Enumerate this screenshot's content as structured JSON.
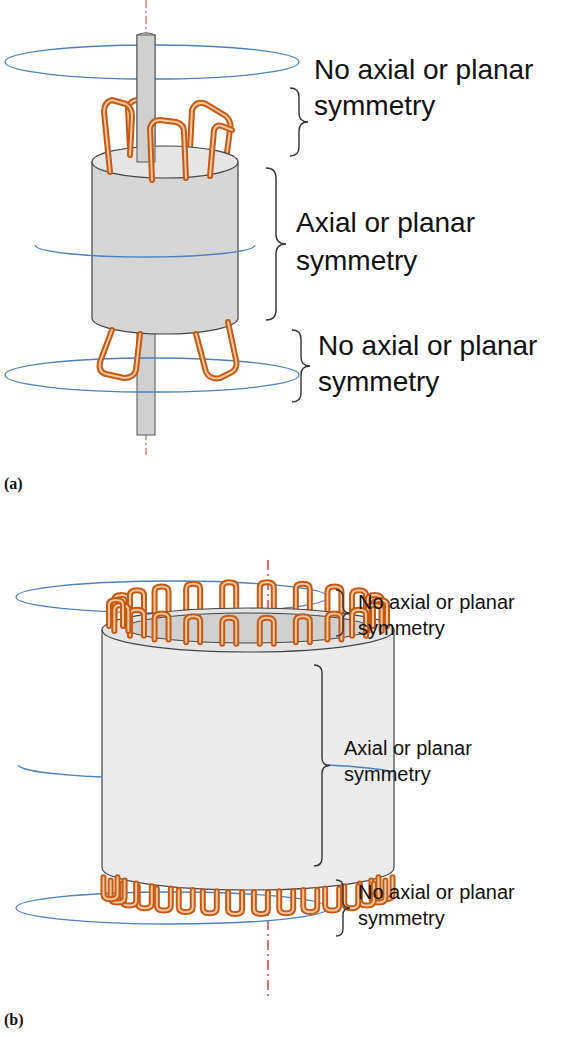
{
  "diagram": {
    "labels": [
      "No axial or planar symmetry",
      "Axial or planar symmetry",
      "No axial or planar symmetry",
      "(a)",
      "No axial or planar symmetry",
      "Axial or planar symmetry",
      "No axial or planar symmetry",
      "(b)"
    ]
  }
}
